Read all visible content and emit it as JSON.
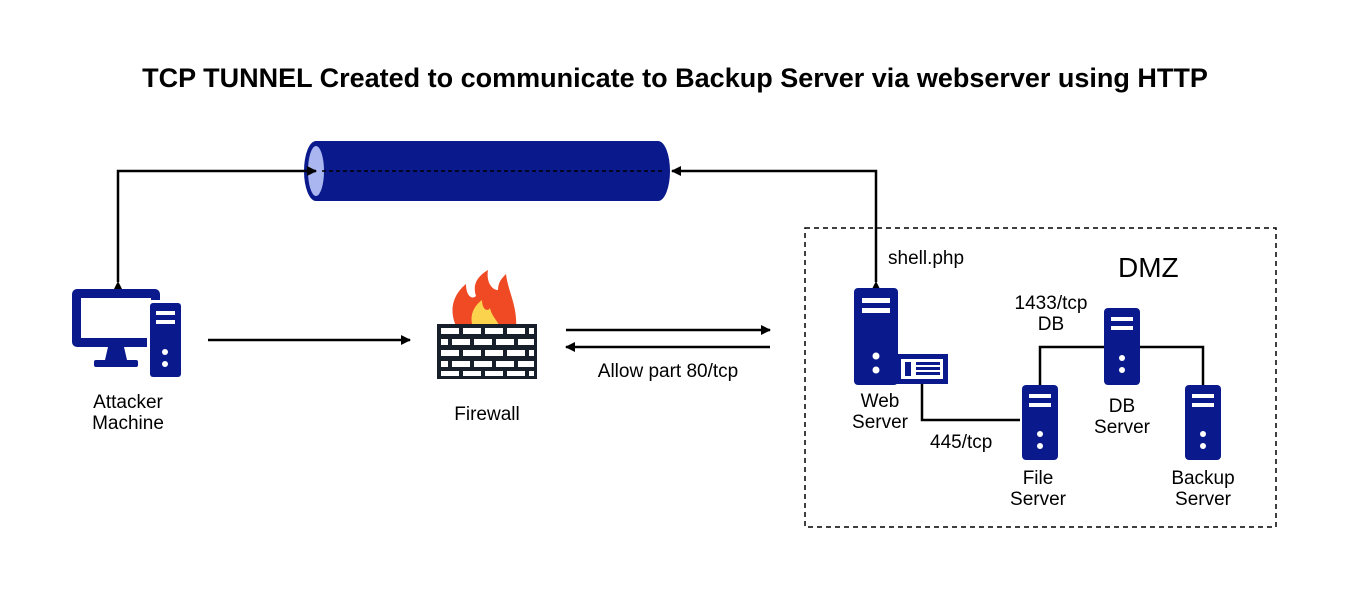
{
  "title": "TCP TUNNEL Created to communicate to Backup Server via webserver using HTTP",
  "colors": {
    "primary": "#0a1a8c",
    "tunnel": "#0a1a8c",
    "tunnel_end": "#a9b6ef",
    "firewall_wall": "#17202a",
    "flame_outer": "#f04a24",
    "flame_inner": "#fbd34d"
  },
  "nodes": {
    "attacker": {
      "line1": "Attacker",
      "line2": "Machine",
      "icon": "computer-icon"
    },
    "firewall": {
      "label": "Firewall",
      "icon": "firewall-icon"
    },
    "web_server": {
      "line1": "Web",
      "line2": "Server",
      "icon": "server-icon",
      "file": "shell.php"
    },
    "db_server": {
      "line1": "DB",
      "line2": "Server",
      "icon": "server-icon"
    },
    "file_server": {
      "line1": "File",
      "line2": "Server",
      "icon": "server-icon"
    },
    "backup_server": {
      "line1": "Backup",
      "line2": "Server",
      "icon": "server-icon"
    }
  },
  "zone": {
    "label": "DMZ"
  },
  "edges": {
    "firewall_to_web": "Allow part 80/tcp",
    "db_link_line1": "1433/tcp",
    "db_link_line2": "DB",
    "file_link": "445/tcp"
  }
}
